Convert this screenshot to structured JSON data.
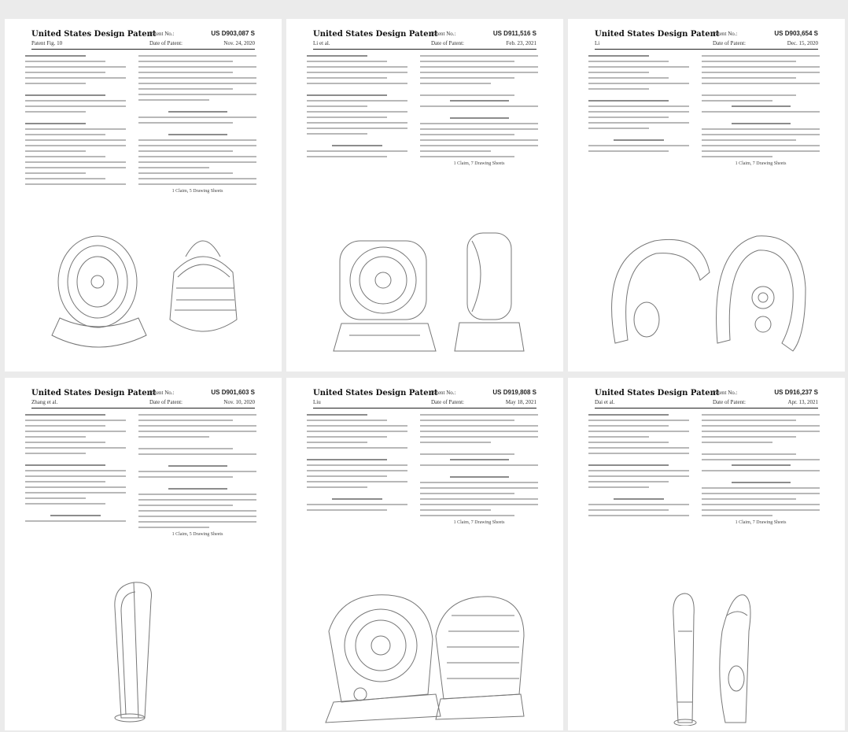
{
  "pages": [
    {
      "title": "United States Design Patent",
      "patent_no": "US D903,087 S",
      "date": "Nov. 24, 2020",
      "sub": "Patent Fig. 10",
      "meta": "Patent No.:",
      "meta2": "Date of Patent:",
      "caption": "1 Claim, 5 Drawing Sheets",
      "drawing": "round-desk-fan"
    },
    {
      "title": "United States Design Patent",
      "patent_no": "US D911,516 S",
      "date": "Feb. 23, 2021",
      "sub": "Li et al.",
      "meta": "Patent No.:",
      "meta2": "Date of Patent:",
      "caption": "1 Claim, 7 Drawing Sheets",
      "drawing": "square-clip-fan"
    },
    {
      "title": "United States Design Patent",
      "patent_no": "US D903,654 S",
      "date": "Dec. 15, 2020",
      "sub": "Li",
      "meta": "Patent No.:",
      "meta2": "Date of Patent:",
      "caption": "1 Claim, 7 Drawing Sheets",
      "drawing": "neck-fan"
    },
    {
      "title": "United States Design Patent",
      "patent_no": "US D901,603 S",
      "date": "Nov. 10, 2020",
      "sub": "Zhang et al.",
      "meta": "Patent No.:",
      "meta2": "Date of Patent:",
      "caption": "1 Claim, 5 Drawing Sheets",
      "drawing": "tower-fan"
    },
    {
      "title": "United States Design Patent",
      "patent_no": "US D919,808 S",
      "date": "May 18, 2021",
      "sub": "Liu",
      "meta": "Patent No.:",
      "meta2": "Date of Patent:",
      "caption": "1 Claim, 7 Drawing Sheets",
      "drawing": "jobsite-fan"
    },
    {
      "title": "United States Design Patent",
      "patent_no": "US D916,237 S",
      "date": "Apr. 13, 2021",
      "sub": "Dai et al.",
      "meta": "Patent No.:",
      "meta2": "Date of Patent:",
      "caption": "1 Claim, 7 Drawing Sheets",
      "drawing": "handheld-fan"
    }
  ]
}
